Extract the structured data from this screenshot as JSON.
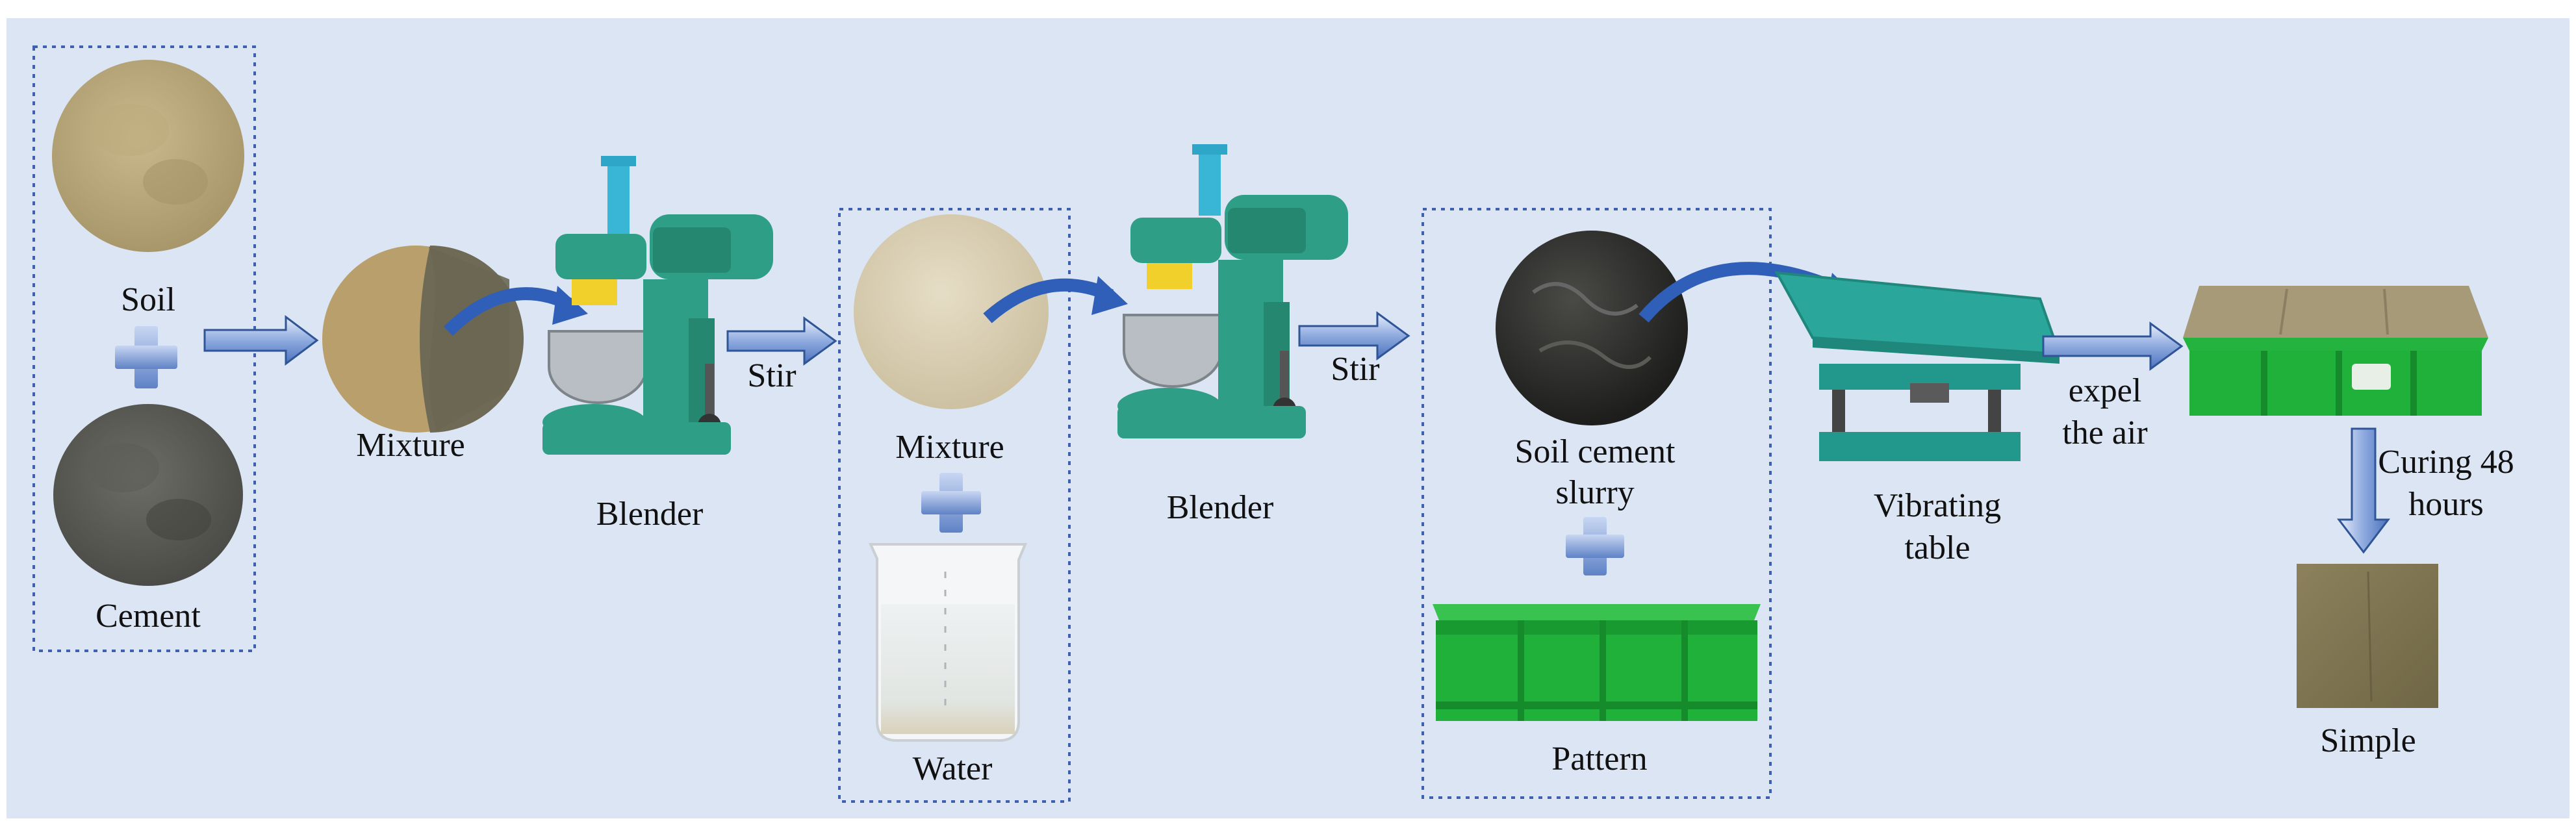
{
  "labels": {
    "soil": "Soil",
    "cement": "Cement",
    "mixture_1": "Mixture",
    "blender_1": "Blender",
    "stir_1": "Stir",
    "mixture_2": "Mixture",
    "water": "Water",
    "blender_2": "Blender",
    "stir_2": "Stir",
    "slurry_line1": "Soil cement",
    "slurry_line2": "slurry",
    "pattern": "Pattern",
    "vibrating_line1": "Vibrating",
    "vibrating_line2": "table",
    "expel_line1": "expel",
    "expel_line2": "the air",
    "curing_line1": "Curing 48",
    "curing_line2": "hours",
    "sample": "Simple"
  },
  "colors": {
    "background": "#dce5f3",
    "arrow_fill": "#6d8fd0",
    "arrow_stroke": "#2f5597",
    "dash_box": "#3f5fb0",
    "machine_green": "#2e9e86",
    "mold_green": "#1fb13a"
  }
}
